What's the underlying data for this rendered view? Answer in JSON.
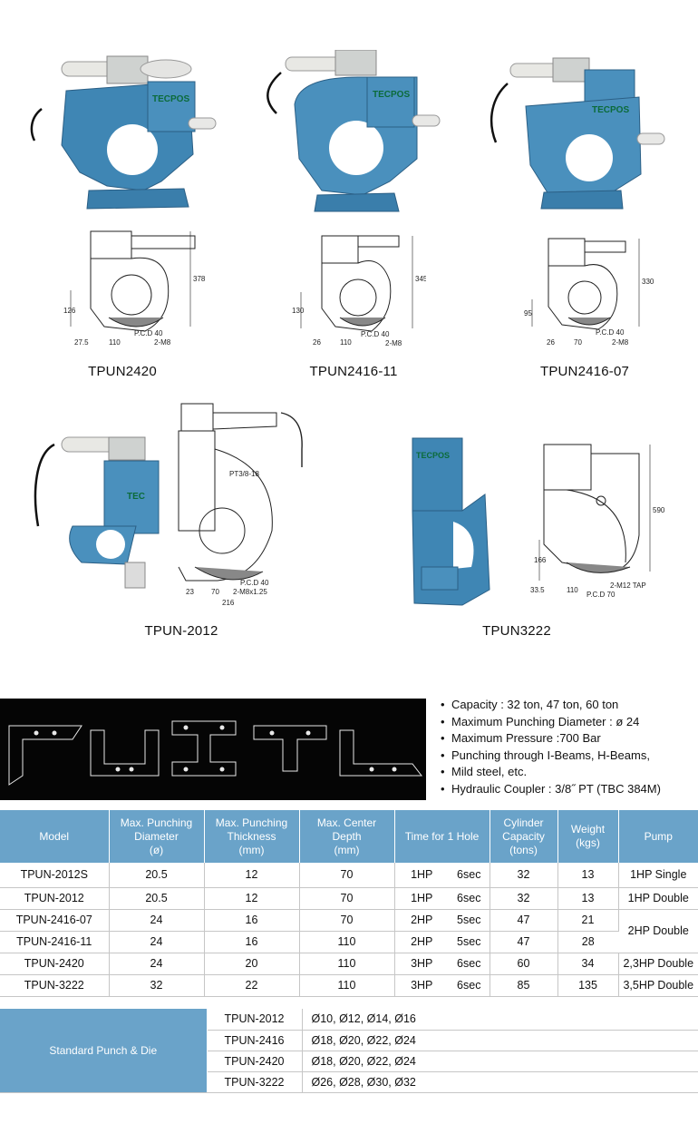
{
  "products": [
    {
      "name": "TPUN2420",
      "brand": "TECPOS",
      "dims": [
        "378",
        "126",
        "27.5",
        "110",
        "P.C.D 40",
        "2-M8"
      ]
    },
    {
      "name": "TPUN2416-11",
      "brand": "TECPOS",
      "dims": [
        "345",
        "130",
        "26",
        "110",
        "P.C.D 40",
        "2-M8"
      ]
    },
    {
      "name": "TPUN2416-07",
      "brand": "TECPOS",
      "dims": [
        "330",
        "95",
        "26",
        "70",
        "P.C.D 40",
        "2-M8"
      ]
    },
    {
      "name": "TPUN-2012",
      "brand": "TEC",
      "dims": [
        "PT3/8-18",
        "P.C.D 40",
        "2-M8x1.25",
        "23",
        "70",
        "216"
      ]
    },
    {
      "name": "TPUN3222",
      "brand": "TECPOS",
      "dims": [
        "590",
        "166",
        "33.5",
        "110",
        "P.C.D 70",
        "2-M12 TAP"
      ]
    }
  ],
  "features": [
    "Capacity : 32 ton, 47 ton, 60 ton",
    "Maximum Punching Diameter : ø 24",
    "Maximum Pressure :700 Bar",
    "Punching through I-Beams, H-Beams,",
    "Mild steel, etc.",
    "Hydraulic Coupler : 3/8˝ PT (TBC 384M)"
  ],
  "spec_table": {
    "headers": [
      {
        "l1": "Model",
        "l2": "",
        "l3": ""
      },
      {
        "l1": "Max. Punching",
        "l2": "Diameter",
        "l3": "(ø)"
      },
      {
        "l1": "Max. Punching",
        "l2": "Thickness",
        "l3": "(mm)"
      },
      {
        "l1": "Max. Center",
        "l2": "Depth",
        "l3": "(mm)"
      },
      {
        "l1": "Time for 1 Hole",
        "l2": "",
        "l3": ""
      },
      {
        "l1": "Cylinder",
        "l2": "Capacity",
        "l3": "(tons)"
      },
      {
        "l1": "Weight",
        "l2": "(kgs)",
        "l3": ""
      },
      {
        "l1": "Pump",
        "l2": "",
        "l3": ""
      }
    ],
    "rows": [
      {
        "model": "TPUN-2012S",
        "dia": "20.5",
        "thk": "12",
        "depth": "70",
        "hp": "1HP",
        "sec": "6sec",
        "cap": "32",
        "wt": "13",
        "pump": "1HP Single"
      },
      {
        "model": "TPUN-2012",
        "dia": "20.5",
        "thk": "12",
        "depth": "70",
        "hp": "1HP",
        "sec": "6sec",
        "cap": "32",
        "wt": "13",
        "pump": "1HP Double"
      },
      {
        "model": "TPUN-2416-07",
        "dia": "24",
        "thk": "16",
        "depth": "70",
        "hp": "2HP",
        "sec": "5sec",
        "cap": "47",
        "wt": "21",
        "pump": "2HP Double"
      },
      {
        "model": "TPUN-2416-11",
        "dia": "24",
        "thk": "16",
        "depth": "110",
        "hp": "2HP",
        "sec": "5sec",
        "cap": "47",
        "wt": "28",
        "pump": ""
      },
      {
        "model": "TPUN-2420",
        "dia": "24",
        "thk": "20",
        "depth": "110",
        "hp": "3HP",
        "sec": "6sec",
        "cap": "60",
        "wt": "34",
        "pump": "2,3HP Double"
      },
      {
        "model": "TPUN-3222",
        "dia": "32",
        "thk": "22",
        "depth": "110",
        "hp": "3HP",
        "sec": "6sec",
        "cap": "85",
        "wt": "135",
        "pump": "3,5HP Double"
      }
    ]
  },
  "punch_table": {
    "label": "Standard Punch & Die",
    "rows": [
      {
        "model": "TPUN-2012",
        "sizes": "Ø10,  Ø12,  Ø14,  Ø16"
      },
      {
        "model": "TPUN-2416",
        "sizes": "Ø18,  Ø20,  Ø22,  Ø24"
      },
      {
        "model": "TPUN-2420",
        "sizes": "Ø18,  Ø20,  Ø22,  Ø24"
      },
      {
        "model": "TPUN-3222",
        "sizes": "Ø26,  Ø28,  Ø30,  Ø32"
      }
    ]
  },
  "colors": {
    "machine_blue": "#3f86b4",
    "header_blue": "#6aa3c9",
    "band_black": "#050505"
  }
}
